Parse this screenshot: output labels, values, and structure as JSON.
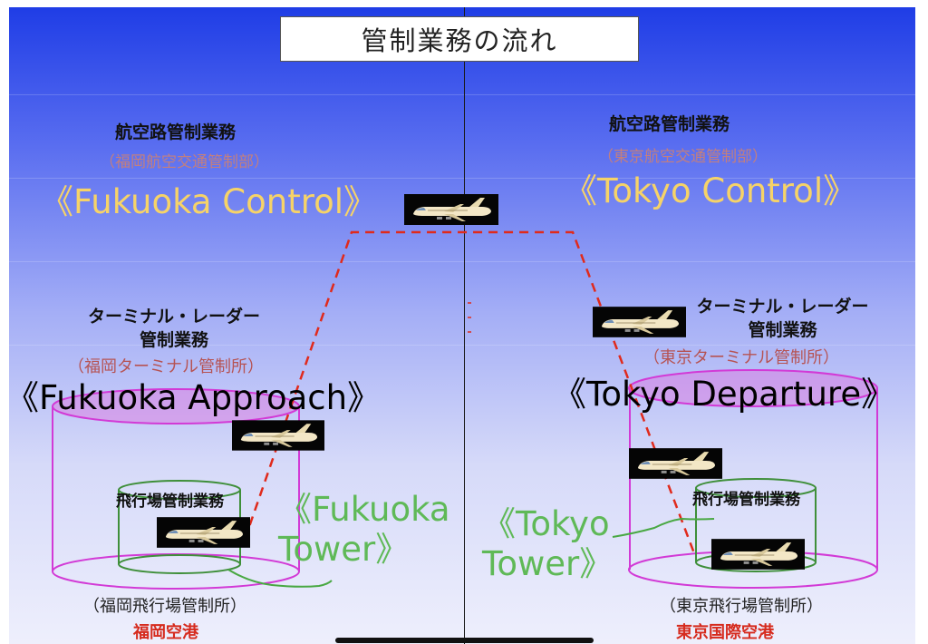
{
  "title": "管制業務の流れ",
  "left": {
    "enroute_service": "航空路管制業務",
    "enroute_office": "（福岡航空交通管制部）",
    "enroute_callsign": "《Fukuoka Control》",
    "terminal_service": "ターミナル・レーダー\n管制業務",
    "terminal_office": "（福岡ターミナル管制所）",
    "terminal_callsign": "《Fukuoka Approach》",
    "tower_service": "飛行場管制業務",
    "tower_callsign": "《Fukuoka\nTower》",
    "tower_office": "（福岡飛行場管制所）",
    "airport": "福岡空港"
  },
  "right": {
    "enroute_service": "航空路管制業務",
    "enroute_office": "（東京航空交通管制部）",
    "enroute_callsign": "《Tokyo Control》",
    "terminal_service": "ターミナル・レーダー\n管制業務",
    "terminal_office": "（東京ターミナル管制所）",
    "terminal_callsign": "《Tokyo Departure》",
    "tower_service": "飛行場管制業務",
    "tower_callsign": "《Tokyo\nTower》",
    "tower_office": "（東京飛行場管制所）",
    "airport": "東京国際空港"
  },
  "icons": {
    "aircraft": "airliner-icon"
  },
  "colors": {
    "background_top": "#1f3de6",
    "background_bottom": "#eeeffc",
    "airspace_magenta": "#d23ad6",
    "tower_green": "#3f8f3a",
    "flight_path_red": "#e02a1c",
    "callsign_yellow": "#f6d368",
    "callsign_green": "#5fb957",
    "office_red": "#b65353",
    "airport_red": "#d62b1e"
  }
}
